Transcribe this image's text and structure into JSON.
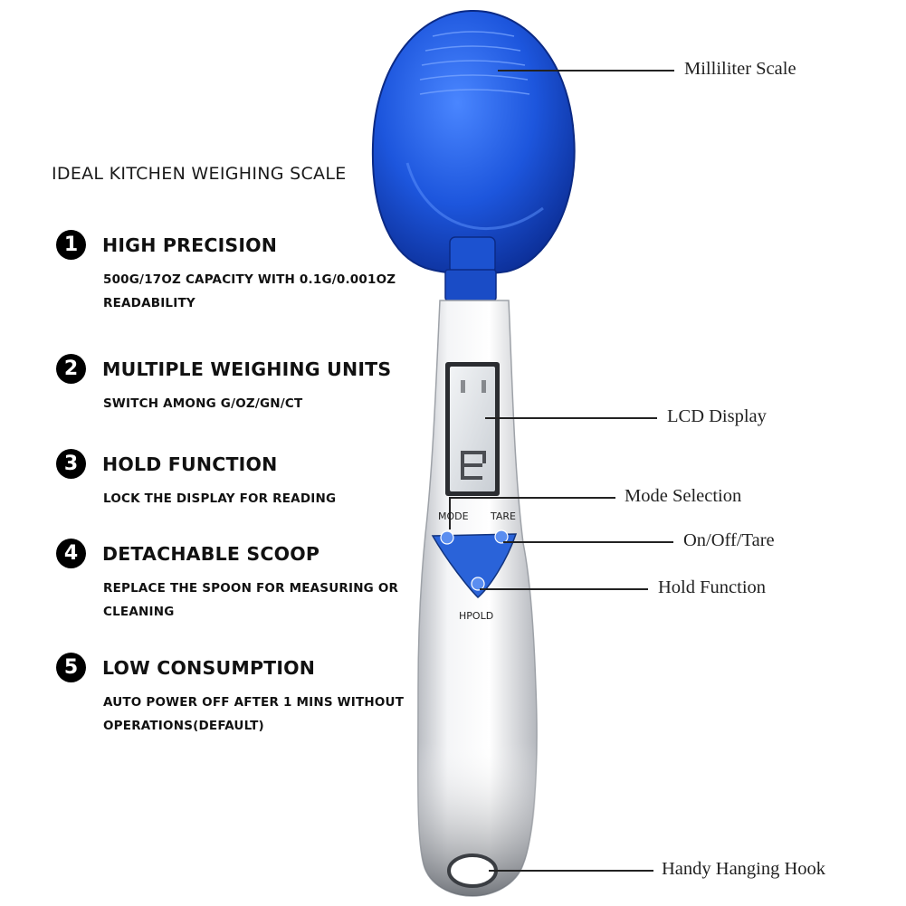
{
  "heading": "IDEAL KITCHEN WEIGHING SCALE",
  "features": [
    {
      "number": "1",
      "title": "HIGH PRECISION",
      "desc": "500G/17OZ CAPACITY WITH 0.1G/0.001OZ READABILITY"
    },
    {
      "number": "2",
      "title": "MULTIPLE WEIGHING UNITS",
      "desc": "SWITCH AMONG G/OZ/GN/CT"
    },
    {
      "number": "3",
      "title": "HOLD FUNCTION",
      "desc": "LOCK THE DISPLAY FOR READING"
    },
    {
      "number": "4",
      "title": "DETACHABLE SCOOP",
      "desc": "REPLACE THE SPOON FOR MEASURING OR CLEANING"
    },
    {
      "number": "5",
      "title": "LOW CONSUMPTION",
      "desc": "AUTO POWER OFF AFTER 1 MINS WITHOUT OPERATIONS(DEFAULT)"
    }
  ],
  "callouts": {
    "milliliter": "Milliliter Scale",
    "lcd": "LCD Display",
    "mode": "Mode Selection",
    "onoff": "On/Off/Tare",
    "hold": "Hold Function",
    "hook": "Handy Hanging Hook"
  },
  "buttons": {
    "mode": "MODE",
    "tare": "TARE",
    "hold": "HPOLD"
  },
  "colors": {
    "spoon_blue": "#1e5de0",
    "handle_silver": "#e9eaec",
    "button_blue": "#2a63d9"
  }
}
